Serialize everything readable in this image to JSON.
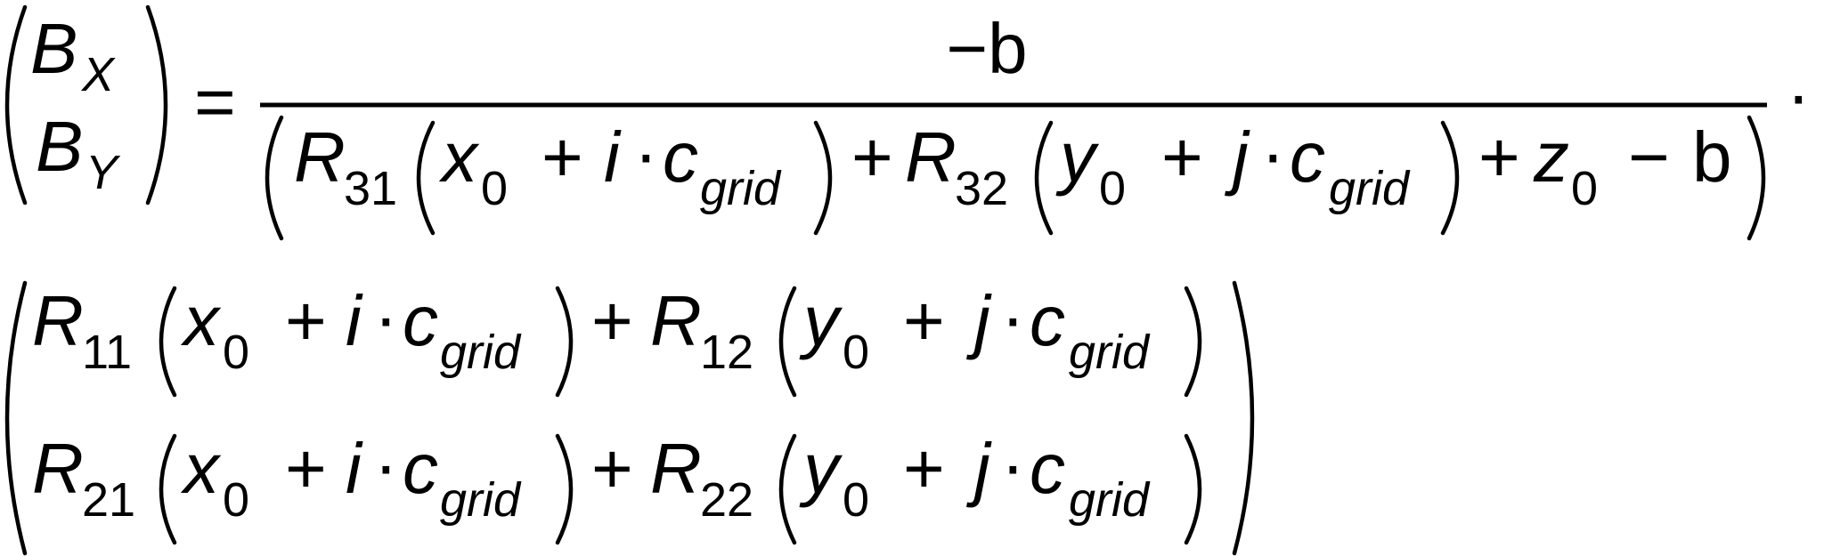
{
  "equation": {
    "lhs": {
      "row1": {
        "base": "B",
        "sub": "X"
      },
      "row2": {
        "base": "B",
        "sub": "Y"
      }
    },
    "equals": "=",
    "numerator": "−b",
    "denominator": {
      "t1": {
        "base": "R",
        "sub": "31"
      },
      "x0": {
        "base": "x",
        "sub": "0"
      },
      "plus": "+",
      "i": "i",
      "dot": "·",
      "c": "c",
      "grid": "grid",
      "t2": {
        "base": "R",
        "sub": "32"
      },
      "y0": {
        "base": "y",
        "sub": "0"
      },
      "j": "j",
      "z0": {
        "base": "z",
        "sub": "0"
      },
      "minus": "−",
      "b": "b"
    },
    "trailing_dot": "·",
    "matrix": {
      "row1": {
        "r1": {
          "base": "R",
          "sub": "11"
        },
        "r2": {
          "base": "R",
          "sub": "12"
        }
      },
      "row2": {
        "r1": {
          "base": "R",
          "sub": "21"
        },
        "r2": {
          "base": "R",
          "sub": "22"
        }
      },
      "x0": {
        "base": "x",
        "sub": "0"
      },
      "y0": {
        "base": "y",
        "sub": "0"
      },
      "plus": "+",
      "i": "i",
      "j": "j",
      "dot": "·",
      "c": "c",
      "grid": "grid"
    }
  }
}
